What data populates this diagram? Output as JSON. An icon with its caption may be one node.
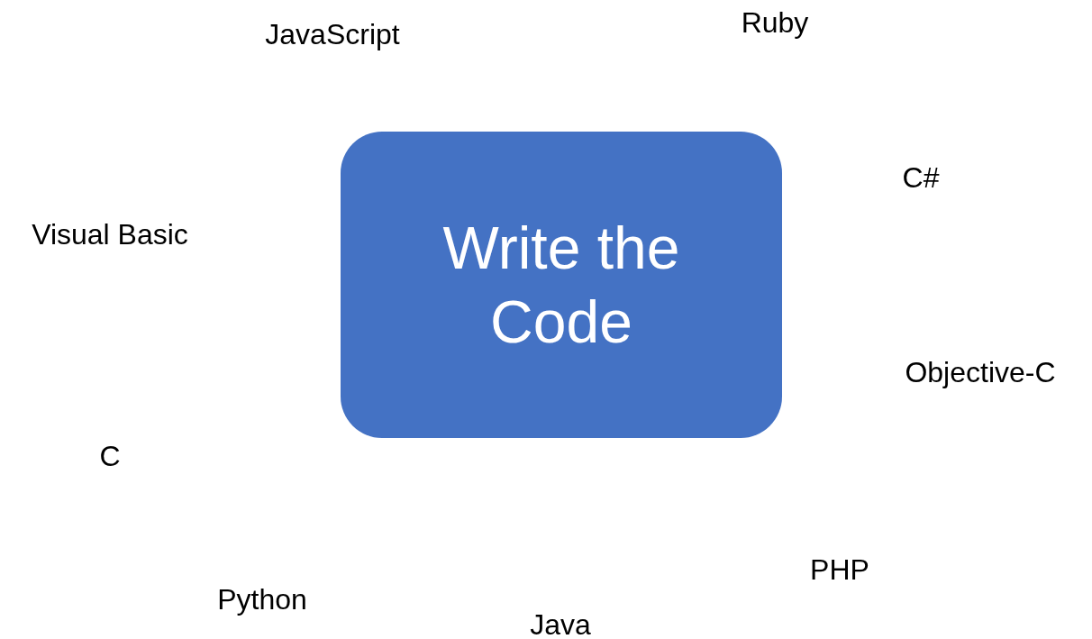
{
  "diagram": {
    "nodes": [
      {
        "text": [
          "Write the Code"
        ]
      }
    ],
    "edges": [],
    "labels": [
      "JavaScript",
      "Ruby",
      "C#",
      "Visual Basic",
      "Objective-C",
      "C",
      "PHP",
      "Python",
      "Java"
    ]
  }
}
